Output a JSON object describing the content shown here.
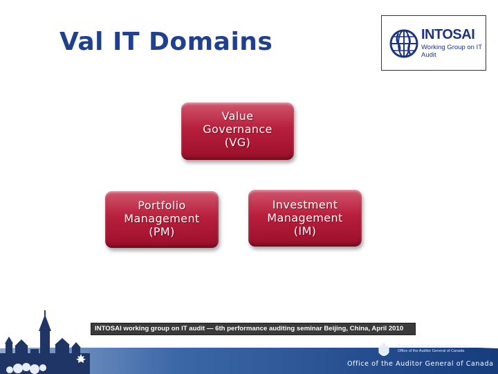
{
  "slide": {
    "title": "Val IT Domains"
  },
  "logo": {
    "name": "INTOSAI",
    "subtitle": "Working Group on IT Audit"
  },
  "domains": [
    {
      "label": "Value\nGovernance\n(VG)"
    },
    {
      "label": "Portfolio\nManagement\n(PM)"
    },
    {
      "label": "Investment\nManagement\n(IM)"
    }
  ],
  "banner": {
    "text": "INTOSAI working group on IT audit — 6th performance auditing seminar Beijing, China, April 2010"
  },
  "footer": {
    "organization": "Office of the Auditor General of Canada",
    "bilingual_name": "Bureau du vérificateur général du Canada\nOffice of the Auditor General of Canada"
  },
  "colors": {
    "title": "#1f3f8f",
    "domain_box": "#b81f3c",
    "footer_band": "#1e4b8f"
  }
}
